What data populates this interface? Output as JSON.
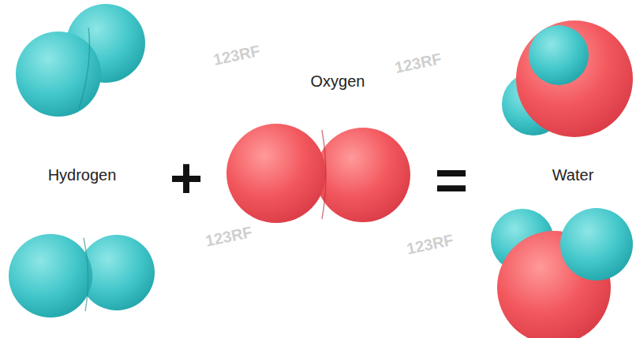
{
  "diagram": {
    "labels": [
      "Hydrogen",
      "+",
      "Oxygen",
      "=",
      "Water",
      "123RF",
      "123RF",
      "123RF",
      "123RF"
    ]
  }
}
